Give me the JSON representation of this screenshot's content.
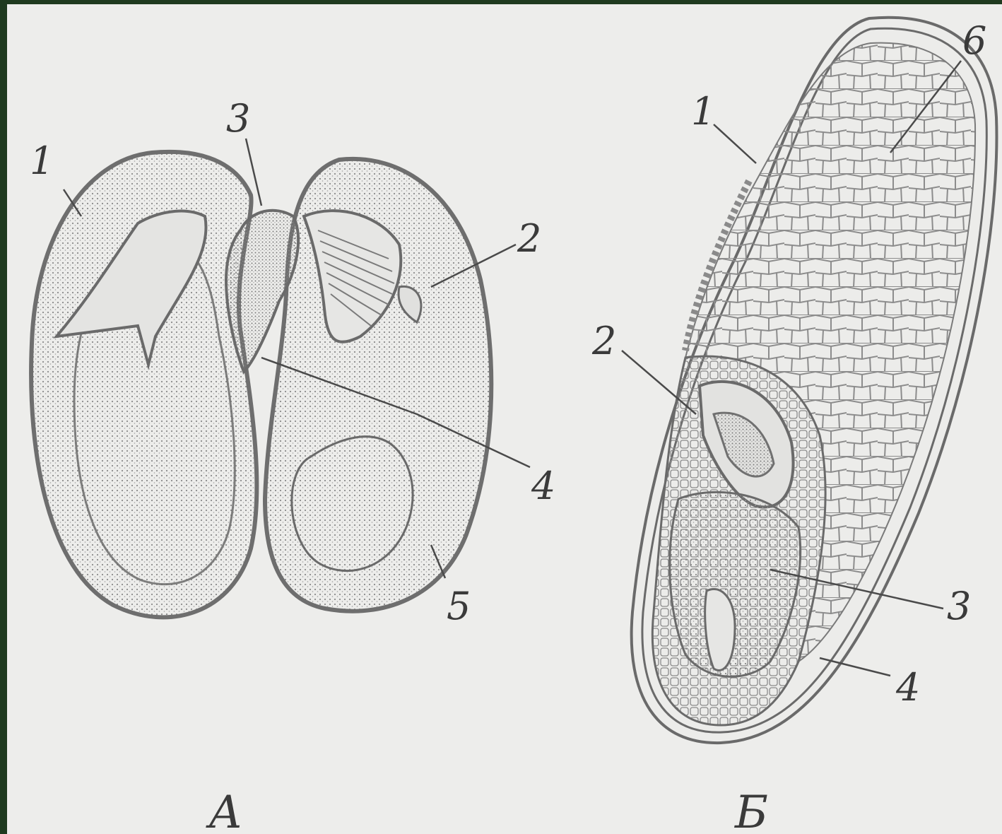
{
  "figures": [
    {
      "caption": "А",
      "labels": [
        "1",
        "3",
        "2",
        "4",
        "5"
      ]
    },
    {
      "caption": "Б",
      "labels": [
        "1",
        "6",
        "2",
        "3",
        "4"
      ]
    }
  ],
  "colors": {
    "frame_border": "#1f3a1f",
    "paper": "#ededeb",
    "ink": "#3a3a3a"
  }
}
